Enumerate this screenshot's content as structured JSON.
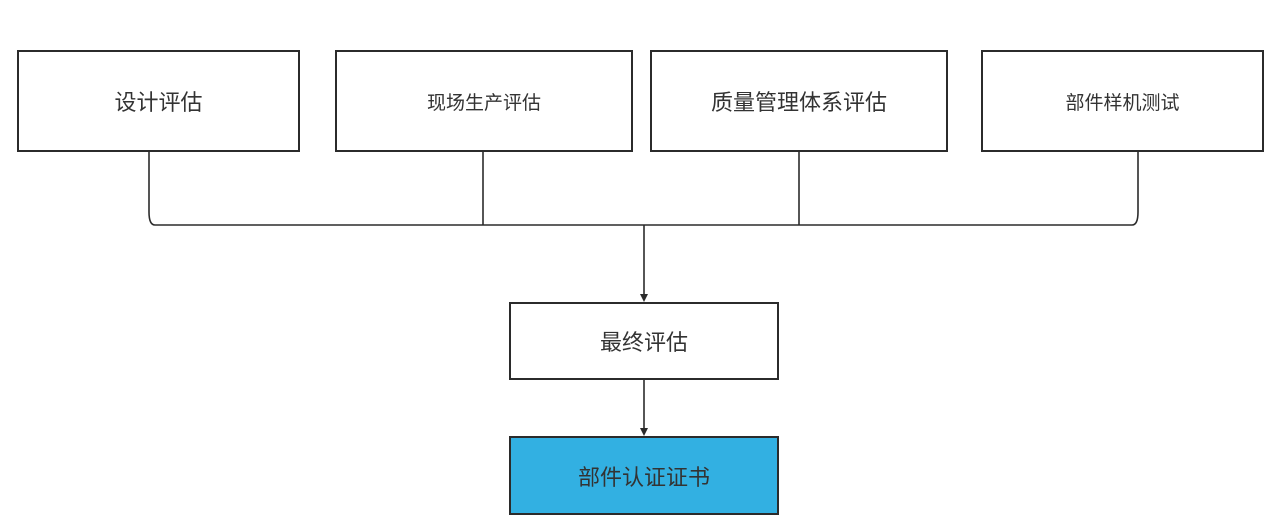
{
  "nodes": {
    "design": "设计评估",
    "site": "现场生产评估",
    "quality": "质量管理体系评估",
    "sample": "部件样机测试",
    "final": "最终评估",
    "certificate": "部件认证证书"
  },
  "colors": {
    "certificate_fill": "#32b0e2",
    "border": "#2b2b2b",
    "text": "#333333"
  }
}
